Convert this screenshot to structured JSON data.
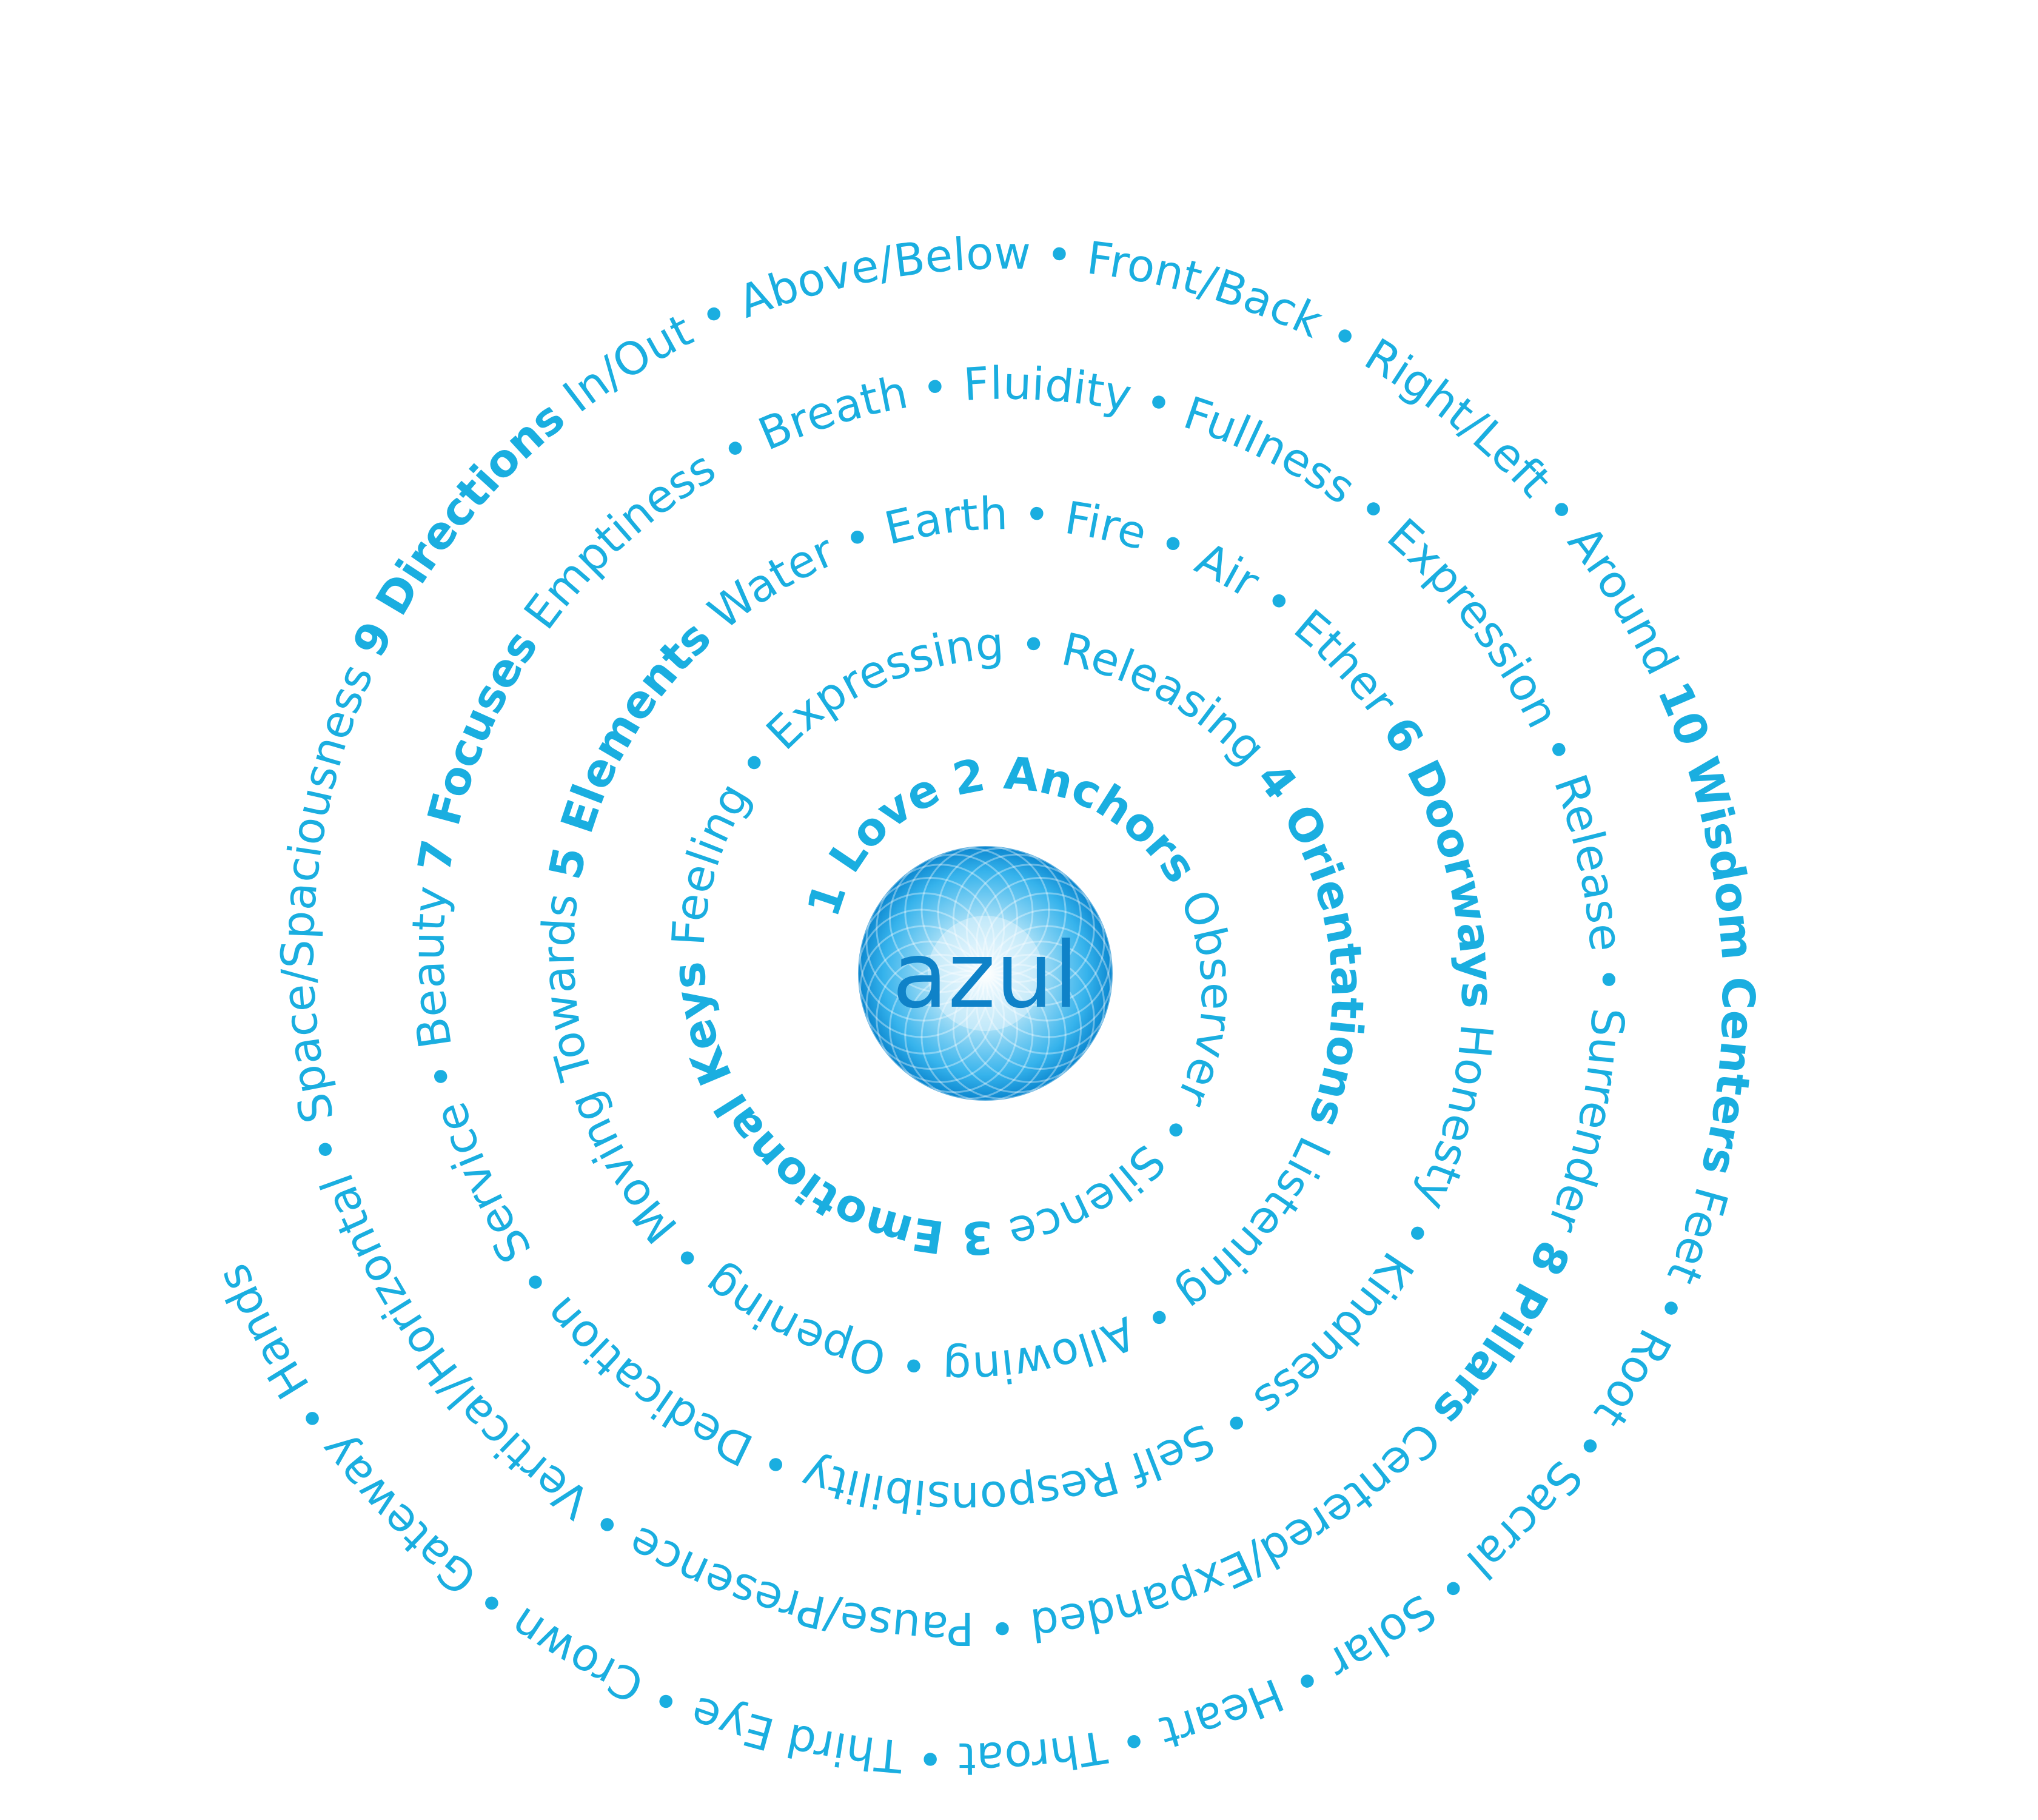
{
  "diagram": {
    "center_label": "azul",
    "spiral_items": [
      {
        "text": "1 Love",
        "bold": true
      },
      {
        "text": "2 Anchors",
        "bold": true
      },
      {
        "text": "Observer",
        "bold": false
      },
      {
        "text": "Silence",
        "bold": false
      },
      {
        "text": "3 Emotional Keys",
        "bold": true
      },
      {
        "text": "Feeling",
        "bold": false
      },
      {
        "text": "Expressing",
        "bold": false
      },
      {
        "text": "Releasing",
        "bold": false
      },
      {
        "text": "4 Orientations",
        "bold": true
      },
      {
        "text": "Listening",
        "bold": false
      },
      {
        "text": "Allowing",
        "bold": false
      },
      {
        "text": "Opening",
        "bold": false
      },
      {
        "text": "Moving Towards",
        "bold": false
      },
      {
        "text": "5 Elements",
        "bold": true
      },
      {
        "text": "Water",
        "bold": false
      },
      {
        "text": "Earth",
        "bold": false
      },
      {
        "text": "Fire",
        "bold": false
      },
      {
        "text": "Air",
        "bold": false
      },
      {
        "text": "Ether",
        "bold": false
      },
      {
        "text": "6 Doorways",
        "bold": true
      },
      {
        "text": "Honesty",
        "bold": false
      },
      {
        "text": "Kindness",
        "bold": false
      },
      {
        "text": "Self Responsibility",
        "bold": false
      },
      {
        "text": "Dedication",
        "bold": false
      },
      {
        "text": "Service",
        "bold": false
      },
      {
        "text": "Beauty",
        "bold": false
      },
      {
        "text": "7 Focuses",
        "bold": true
      },
      {
        "text": "Emptiness",
        "bold": false
      },
      {
        "text": "Breath",
        "bold": false
      },
      {
        "text": "Fluidity",
        "bold": false
      },
      {
        "text": "Fullness",
        "bold": false
      },
      {
        "text": "Expression",
        "bold": false
      },
      {
        "text": "Release",
        "bold": false
      },
      {
        "text": "Surrender",
        "bold": false
      },
      {
        "text": "8 Pillars",
        "bold": true
      },
      {
        "text": "Centered/Expanded",
        "bold": false
      },
      {
        "text": "Pause/Presence",
        "bold": false
      },
      {
        "text": "Vertical/Horizontal",
        "bold": false
      },
      {
        "text": "Space/Spaciousness",
        "bold": false
      },
      {
        "text": "9 Directions",
        "bold": true
      },
      {
        "text": "In/Out",
        "bold": false
      },
      {
        "text": "Above/Below",
        "bold": false
      },
      {
        "text": "Front/Back",
        "bold": false
      },
      {
        "text": "Right/Left",
        "bold": false
      },
      {
        "text": "Around",
        "bold": false
      },
      {
        "text": "10 Wisdom Centers",
        "bold": true
      },
      {
        "text": "Feet",
        "bold": false
      },
      {
        "text": "Root",
        "bold": false
      },
      {
        "text": "Sacral",
        "bold": false
      },
      {
        "text": "Solar",
        "bold": false
      },
      {
        "text": "Heart",
        "bold": false
      },
      {
        "text": "Throat",
        "bold": false
      },
      {
        "text": "Third Eye",
        "bold": false
      },
      {
        "text": "Crown",
        "bold": false
      },
      {
        "text": "Gateway",
        "bold": false
      },
      {
        "text": "Hands",
        "bold": false
      }
    ],
    "separator": "•",
    "colors": {
      "text": "#1aaee0",
      "logo_dark": "#0a86cf",
      "logo_mid": "#3cb8ee",
      "logo_light": "#e6f6fd",
      "logo_text": "#0f82c8"
    }
  }
}
